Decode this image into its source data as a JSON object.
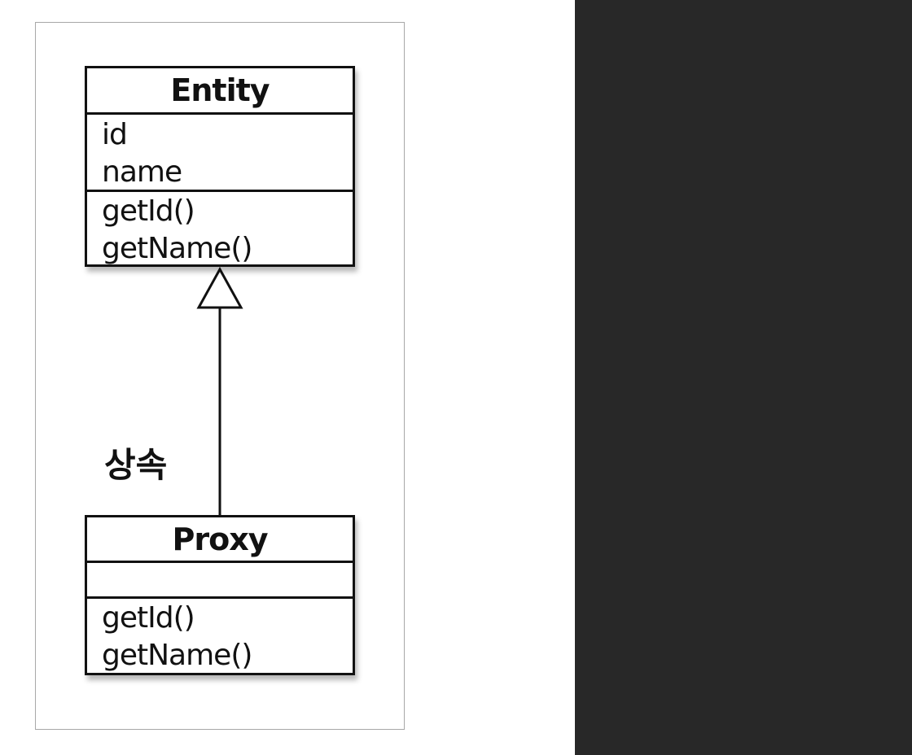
{
  "diagram": {
    "classes": [
      {
        "name": "Entity",
        "attributes": [
          "id",
          "name"
        ],
        "methods": [
          "getId()",
          "getName()"
        ]
      },
      {
        "name": "Proxy",
        "attributes": [],
        "methods": [
          "getId()",
          "getName()"
        ]
      }
    ],
    "relationship": {
      "type": "inheritance",
      "from": "Proxy",
      "to": "Entity",
      "label": "상속"
    }
  },
  "colors": {
    "line": "#111111",
    "frame_border": "#a8a8a8",
    "dark_panel": "#282828",
    "background": "#ffffff"
  }
}
